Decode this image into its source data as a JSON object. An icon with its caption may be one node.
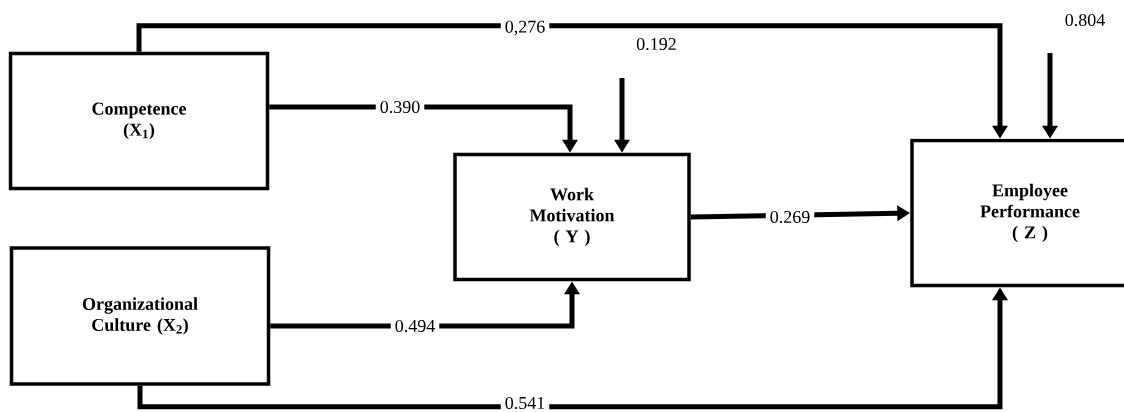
{
  "diagram": {
    "nodes": [
      {
        "text": [
          "Competence (X$_{1}$)"
        ]
      },
      {
        "text": [
          "Organizational Culture (X$_{2}$)"
        ]
      },
      {
        "text": [
          "Work Motivation ( Y )"
        ]
      },
      {
        "text": [
          "Employee Performance ( Z )"
        ]
      }
    ],
    "edges": [
      {
        "from": 0,
        "to": 3,
        "arrow": "to",
        "label": "0,276"
      },
      {
        "from": 0,
        "to": 2,
        "arrow": "to",
        "label": "0.390"
      },
      {
        "from": null,
        "to": 2,
        "arrow": "to",
        "label": "0.192"
      },
      {
        "from": 1,
        "to": 2,
        "arrow": "to",
        "label": "0.494"
      },
      {
        "from": 2,
        "to": 3,
        "arrow": "to",
        "label": "0.269"
      },
      {
        "from": null,
        "to": 3,
        "arrow": "to",
        "label": "0.804"
      },
      {
        "from": 1,
        "to": 3,
        "arrow": "to",
        "label": "0.541"
      }
    ]
  }
}
